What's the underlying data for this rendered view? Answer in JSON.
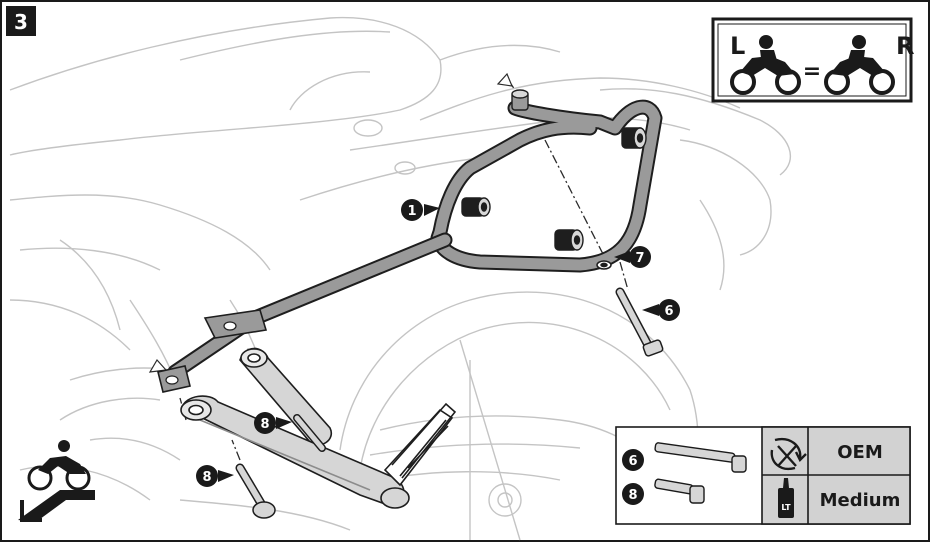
{
  "step": {
    "number": "3"
  },
  "side_badge": {
    "left_letter": "L",
    "right_letter": "R",
    "equals": "="
  },
  "callouts": {
    "c1": "1",
    "c6": "6",
    "c7": "7",
    "c8a": "8",
    "c8b": "8"
  },
  "torque_table": {
    "rows": [
      {
        "part_number": "6",
        "spec": "OEM",
        "icon": "torque-wrench-icon"
      },
      {
        "part_number": "8",
        "spec": "Medium",
        "icon": "threadlocker-bottle-icon"
      }
    ],
    "bottle_label": "LT"
  },
  "colors": {
    "ink": "#1a1a1a",
    "line": "#2b2b2b",
    "bracket_fill": "#9a9a9a",
    "bracket_stroke": "#1e1e1e",
    "table_bg": "#d2d2d2",
    "frame_line": "#bdbdbd"
  }
}
